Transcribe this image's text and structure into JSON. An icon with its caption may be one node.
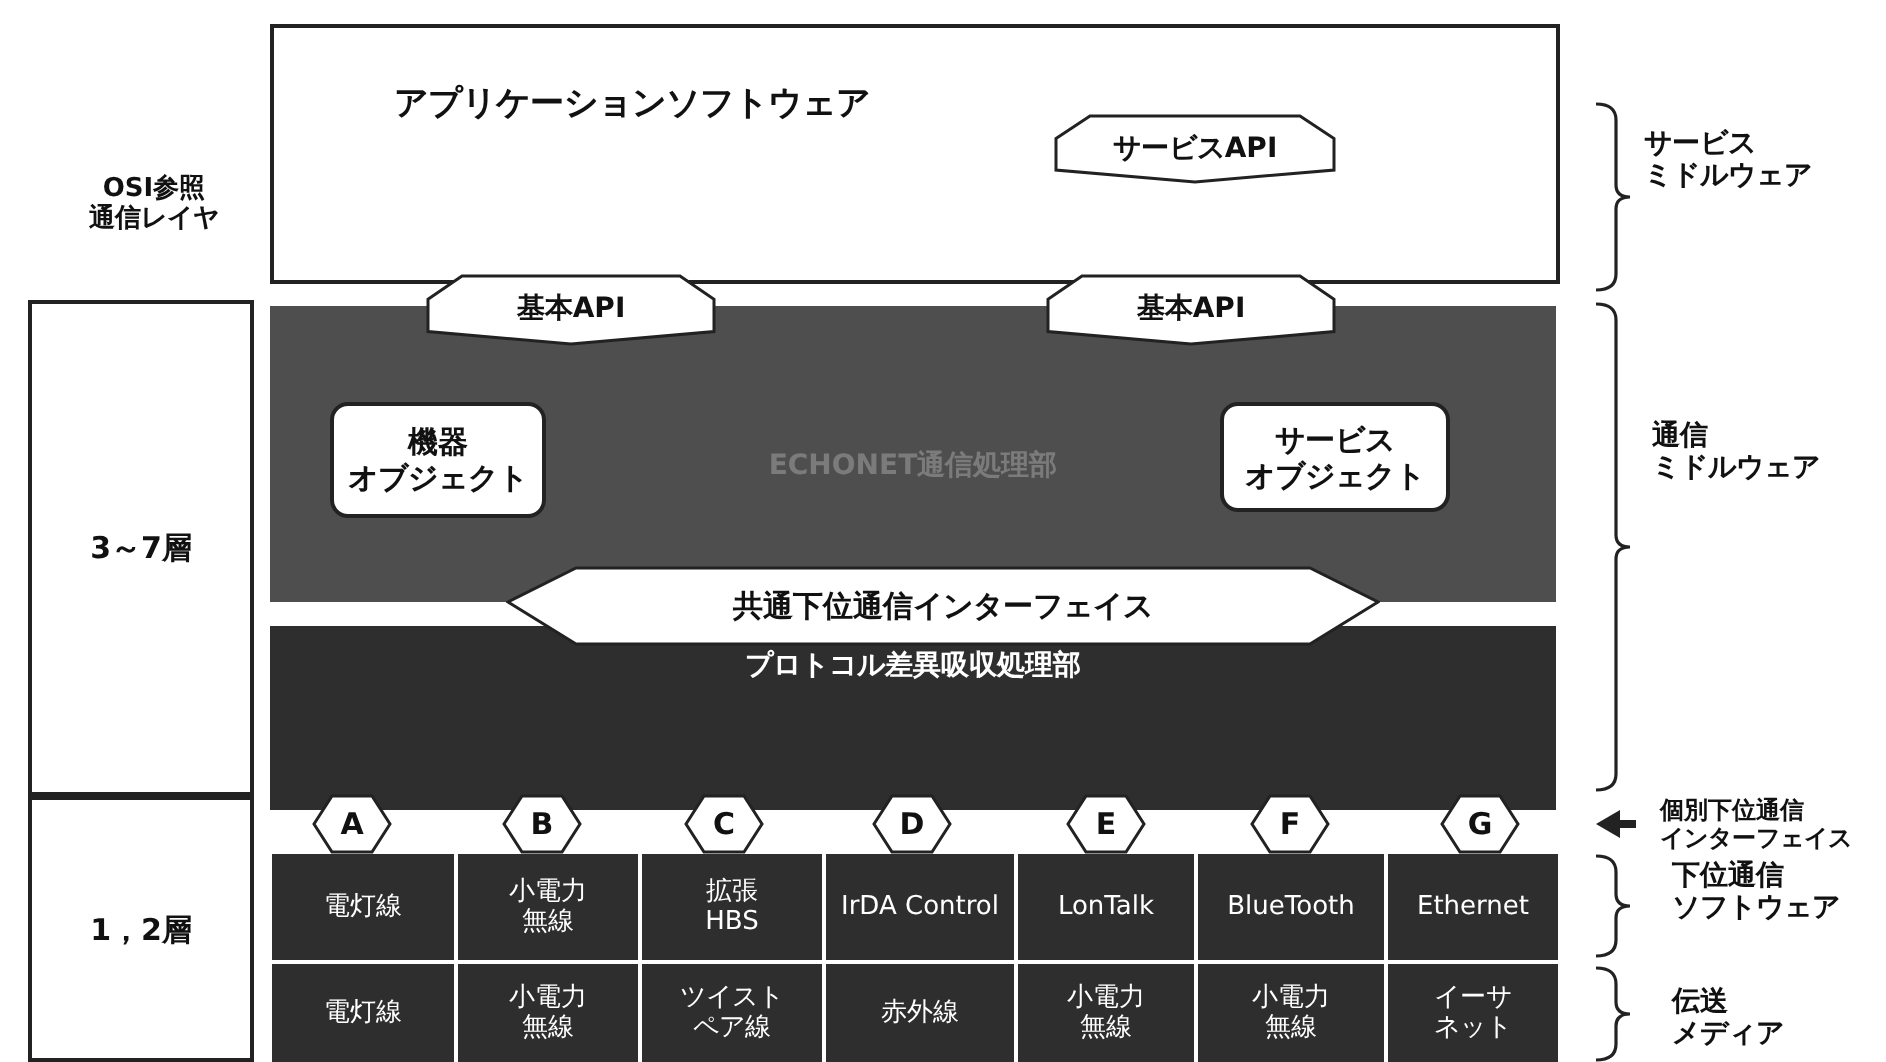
{
  "diagram": {
    "nodes": [
      {
        "text": [
          "アプリケーションソフトウェア"
        ]
      },
      {
        "text": [
          "サービスAPI"
        ],
        "in": 0
      },
      {
        "text": [
          "基本API"
        ]
      },
      {
        "text": [
          "基本API"
        ]
      },
      {
        "text": [
          "ECHONET通信処理部"
        ]
      },
      {
        "text": [
          "機器オブジェクト"
        ],
        "in": 4
      },
      {
        "text": [
          "サービスオブジェクト"
        ],
        "in": 4
      },
      {
        "text": [
          "共通下位通信インターフェイス"
        ]
      },
      {
        "text": [
          "プロトコル差異吸収処理部"
        ]
      },
      {
        "text": [
          "A"
        ]
      },
      {
        "text": [
          "B"
        ]
      },
      {
        "text": [
          "C"
        ]
      },
      {
        "text": [
          "D"
        ]
      },
      {
        "text": [
          "E"
        ]
      },
      {
        "text": [
          "F"
        ]
      },
      {
        "text": [
          "G"
        ]
      },
      {
        "text": [
          "電灯線"
        ]
      },
      {
        "text": [
          "小電力無線"
        ]
      },
      {
        "text": [
          "拡張HBS"
        ]
      },
      {
        "text": [
          "IrDA Control"
        ]
      },
      {
        "text": [
          "LonTalk"
        ]
      },
      {
        "text": [
          "BlueTooth"
        ]
      },
      {
        "text": [
          "Ethernet"
        ]
      },
      {
        "text": [
          "電灯線"
        ]
      },
      {
        "text": [
          "小電力無線"
        ]
      },
      {
        "text": [
          "ツイストペア線"
        ]
      },
      {
        "text": [
          "赤外線"
        ]
      },
      {
        "text": [
          "小電力無線"
        ]
      },
      {
        "text": [
          "小電力無線"
        ]
      },
      {
        "text": [
          "イーサネット"
        ]
      },
      {
        "text": [
          "3～7層"
        ]
      },
      {
        "text": [
          "1，2層"
        ]
      }
    ],
    "labels": [
      "OSI参照通信レイヤ",
      "サービスミドルウェア",
      "通信ミドルウェア",
      "個別下位通信インターフェイス",
      "下位通信ソフトウェア",
      "伝送メディア"
    ]
  }
}
